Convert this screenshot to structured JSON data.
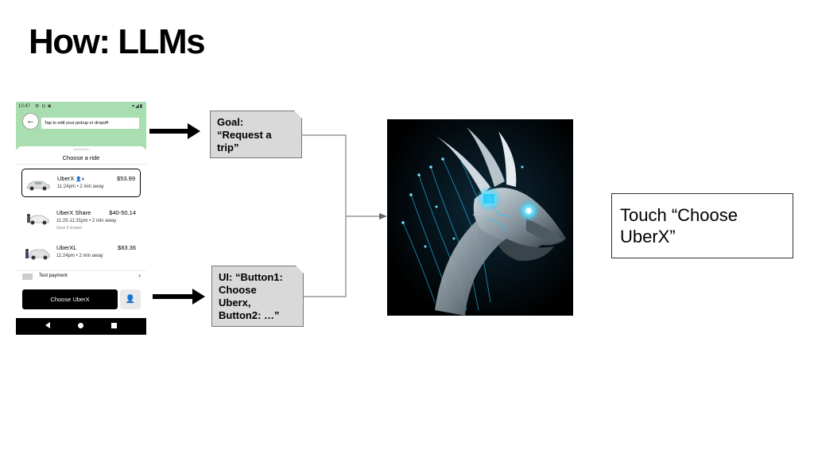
{
  "slide": {
    "title": "How: LLMs"
  },
  "phone": {
    "status_time": "10:47",
    "pickup_prompt": "Tap to edit your pickup or dropoff",
    "sheet_title": "Choose a ride",
    "rides": [
      {
        "name": "UberX",
        "seats": "4",
        "price": "$53.99",
        "sub": "11:24pm • 2 min away",
        "note": "",
        "selected": true
      },
      {
        "name": "UberX Share",
        "seats": "",
        "price": "$40-50.14",
        "sub": "11:25-11:31pm • 2 min away",
        "note": "Save if shared",
        "selected": false
      },
      {
        "name": "UberXL",
        "seats": "",
        "price": "$83.36",
        "sub": "11:24pm • 2 min away",
        "note": "",
        "selected": false
      }
    ],
    "payment_label": "Test payment",
    "choose_button": "Choose UberX"
  },
  "goal_box": {
    "text": "Goal:\n“Request a\ntrip”"
  },
  "ui_box": {
    "text": "UI: “Button1:\nChoose\nUberx,\nButton2: …”"
  },
  "output_box": {
    "text": "Touch “Choose\nUberX”"
  },
  "colors": {
    "map_green": "#a9dfb0",
    "box_gray": "#d9d9d9",
    "dragon_glow": "#1ec8ff"
  }
}
